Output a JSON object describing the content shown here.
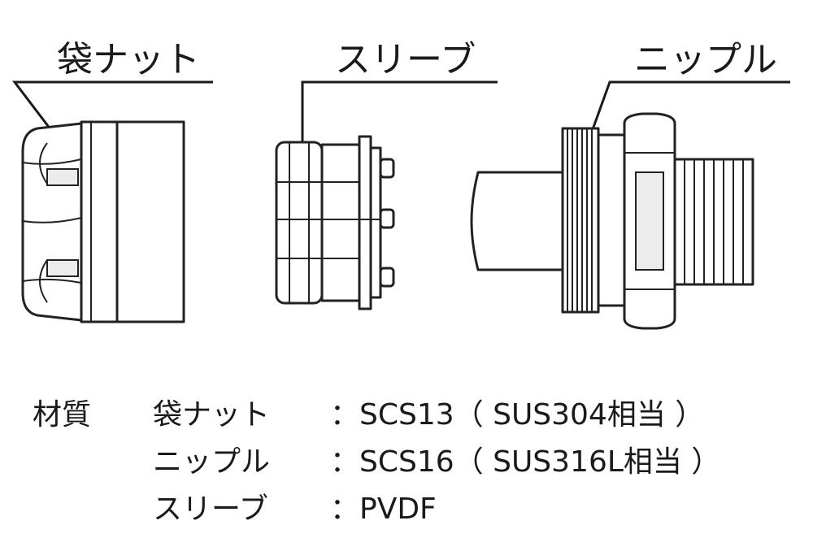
{
  "callouts": {
    "nut": "袋ナット",
    "sleeve": "スリーブ",
    "nipple": "ニップル"
  },
  "materials": {
    "heading": "材質",
    "colon": "：",
    "rows": [
      {
        "part": "袋ナット",
        "material": "SCS13（ SUS304相当 ）"
      },
      {
        "part": "ニップル",
        "material": "SCS16（ SUS316L相当 ）"
      },
      {
        "part": "スリーブ",
        "material": "PVDF"
      }
    ]
  },
  "colors": {
    "ink": "#1a1a1a",
    "background": "#ffffff"
  }
}
